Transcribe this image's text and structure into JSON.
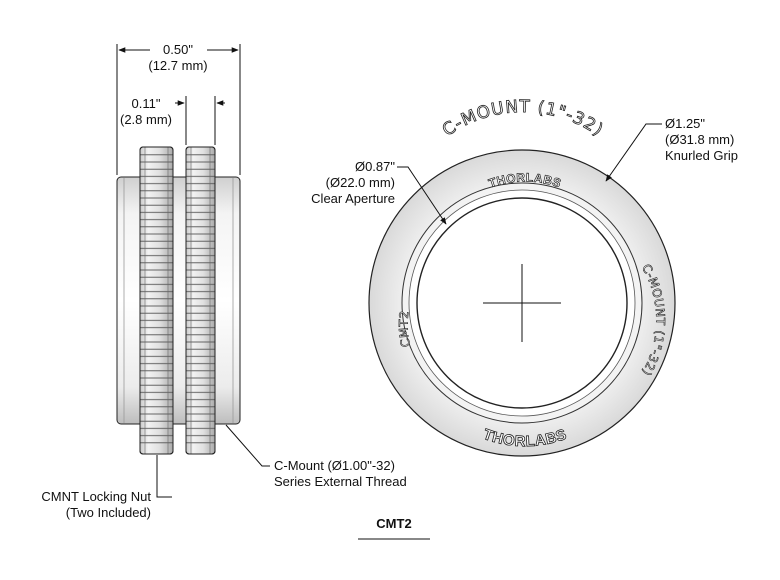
{
  "dims": {
    "overall_width": "0.50\"",
    "overall_width_mm": "(12.7 mm)",
    "nut_width": "0.11\"",
    "nut_width_mm": "(2.8 mm)",
    "clear_aperture": "Ø0.87\"",
    "clear_aperture_mm": "(Ø22.0 mm)",
    "clear_aperture_label": "Clear Aperture",
    "grip_diameter": "Ø1.25\"",
    "grip_diameter_mm": "(Ø31.8 mm)",
    "grip_label": "Knurled Grip"
  },
  "callouts": {
    "thread_line1": "C-Mount (Ø1.00\"-32)",
    "thread_line2": "Series External Thread",
    "nut_line1": "CMNT Locking Nut",
    "nut_line2": "(Two Included)"
  },
  "engraving": {
    "ring_top": "C-MOUNT (1\"-32)",
    "ring_right": "C-MOUNT (1\"-32)",
    "ring_left": "CMT2",
    "brand_top": "THORLABS",
    "brand_bottom": "THORLABS"
  },
  "part_number": "CMT2"
}
